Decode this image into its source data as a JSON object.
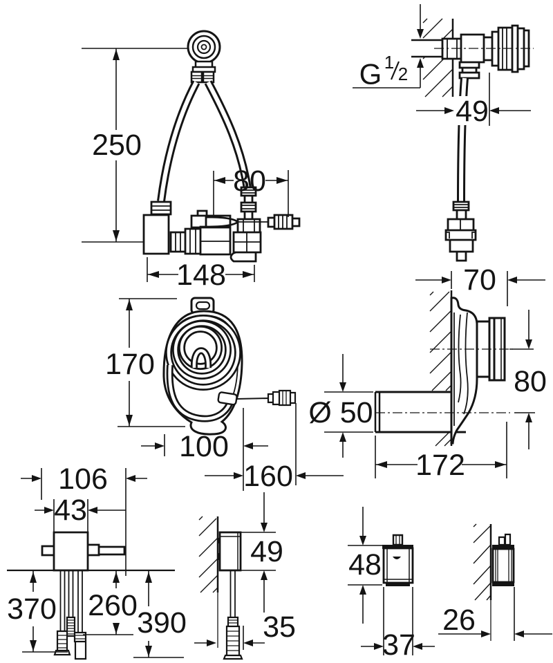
{
  "drawing": {
    "type": "technical installation dimension drawing",
    "background_color": "#ffffff",
    "line_color": "#141414"
  },
  "thread": {
    "prefix": "G",
    "numerator": "1",
    "denominator": "2"
  },
  "dims": {
    "mixer_height": "250",
    "mixer_offset": "80",
    "mixer_width": "148",
    "valve_depth": "49",
    "coil_height": "170",
    "coil_width": "100",
    "coil_cable": "160",
    "spout_wall": "70",
    "spout_drop": "80",
    "spout_dia": "Ø 50",
    "spout_len": "172",
    "ctrl_width": "106",
    "ctrl_body": "43",
    "ctrl_cable_a": "370",
    "ctrl_cable_b": "260",
    "ctrl_cable_c": "390",
    "box_height": "49",
    "box_offset": "35",
    "sensor_height": "48",
    "sensor_width": "37",
    "sensor_depth": "26"
  }
}
